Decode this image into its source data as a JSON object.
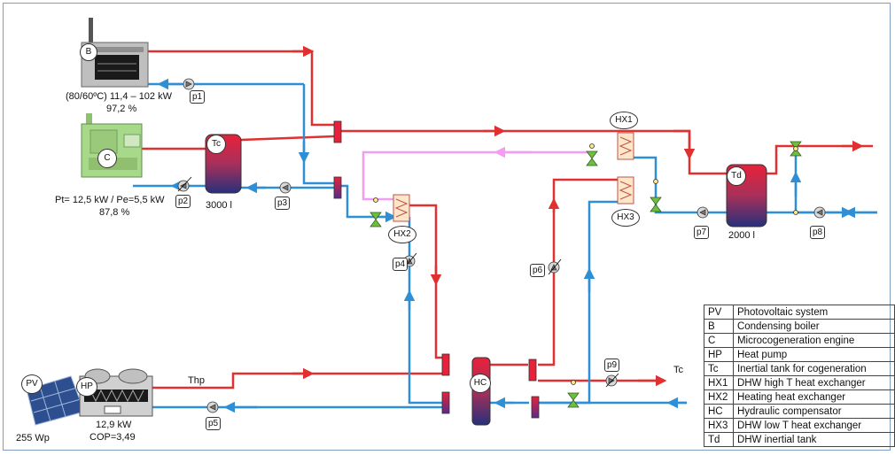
{
  "boiler": {
    "id": "B",
    "spec": "(80/60ºC)  11,4 – 102 kW",
    "eff": "97,2 %"
  },
  "cogen": {
    "id": "C",
    "spec": "Pt= 12,5 kW / Pe=5,5 kW",
    "eff": "87,8 %"
  },
  "tank_tc": {
    "id": "Tc",
    "volume": "3000 l"
  },
  "tank_td": {
    "id": "Td",
    "volume": "2000 l"
  },
  "hydraulic_compensator": {
    "id": "HC"
  },
  "heat_exchangers": [
    "HX1",
    "HX2",
    "HX3"
  ],
  "pumps": [
    "p1",
    "p2",
    "p3",
    "p4",
    "p5",
    "p6",
    "p7",
    "p8",
    "p9"
  ],
  "pv": {
    "id": "PV",
    "power": "255 Wp"
  },
  "heat_pump": {
    "id": "HP",
    "power": "12,9 kW",
    "cop": "COP=3,49"
  },
  "flow_labels": {
    "thp": "Thp",
    "tc": "Tc"
  },
  "colors": {
    "hot": "#e03030",
    "cold": "#2f8fd6",
    "hx2_loop": "#f49cf4",
    "tank_top": "#e8213a",
    "tank_bottom": "#27307a"
  },
  "legend": [
    {
      "abbr": "PV",
      "desc": "Photovoltaic system"
    },
    {
      "abbr": "B",
      "desc": "Condensing boiler"
    },
    {
      "abbr": "C",
      "desc": "Microcogeneration engine"
    },
    {
      "abbr": "HP",
      "desc": "Heat pump"
    },
    {
      "abbr": "Tc",
      "desc": "Inertial tank for cogeneration"
    },
    {
      "abbr": "HX1",
      "desc": "DHW high T heat exchanger"
    },
    {
      "abbr": "HX2",
      "desc": "Heating heat exchanger"
    },
    {
      "abbr": "HC",
      "desc": "Hydraulic compensator"
    },
    {
      "abbr": "HX3",
      "desc": "DHW low T heat exchanger"
    },
    {
      "abbr": "Td",
      "desc": "DHW inertial tank"
    }
  ]
}
